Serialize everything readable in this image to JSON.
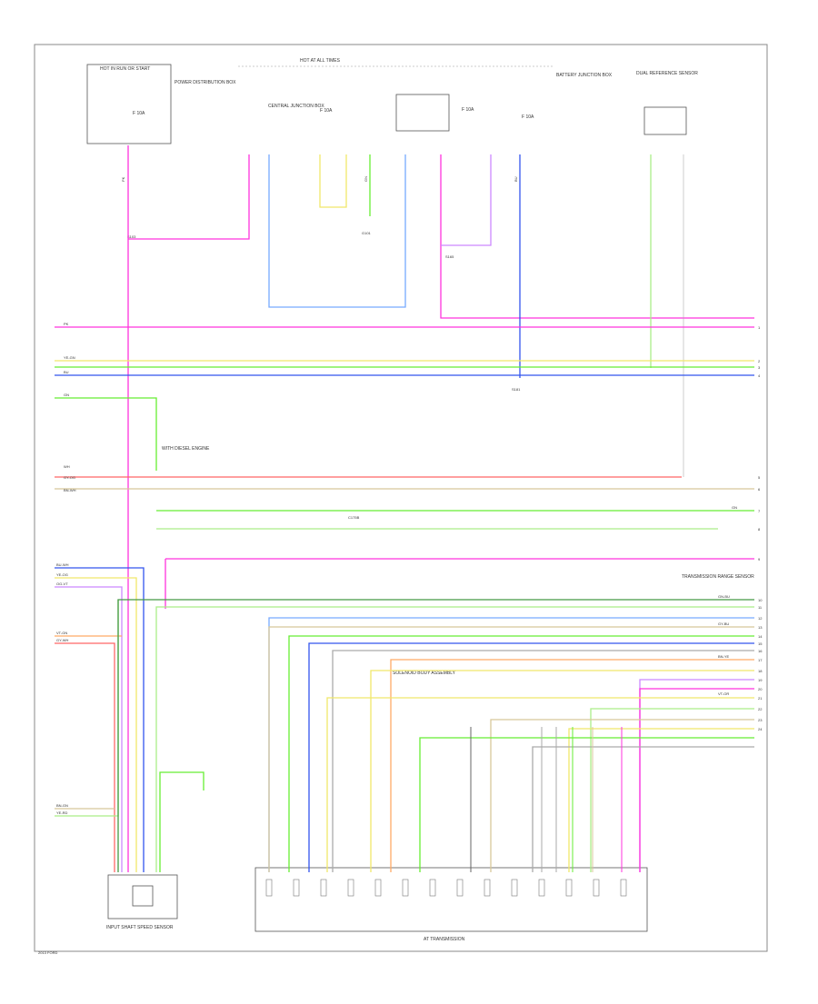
{
  "colors": {
    "pink": "#ff33dd",
    "yellow": "#f0e86a",
    "green": "#66ee33",
    "blue": "#3355ee",
    "lightblue": "#77aaff",
    "red": "#ff6666",
    "orange": "#ffaa66",
    "tan": "#d8c89a",
    "violet": "#cc88ff",
    "gray": "#aaaaaa",
    "darkgreen": "#449944",
    "lightgreen": "#aaee88"
  },
  "labels": {
    "hot_run_start": "HOT IN RUN OR START",
    "hot_all_times": "HOT AT ALL TIMES",
    "fuse_a": "F 10A",
    "fuse_b": "F 10A",
    "fuse_c": "F 10A",
    "fuse_d": "F 10A",
    "power_dist_box": "POWER DISTRIBUTION BOX",
    "central_junction": "CENTRAL JUNCTION BOX",
    "battery_junction": "BATTERY JUNCTION BOX",
    "dual_ref_sensor": "DUAL REFERENCE SENSOR",
    "trans_range_sensor": "TRANSMISSION RANGE SENSOR",
    "trans_caption": "AT TRANSMISSION",
    "input_shaft_caption": "INPUT SHAFT SPEED SENSOR",
    "connector_tag": "C175B",
    "ground_tag": "G101",
    "splice_a": "S165",
    "splice_b": "S181",
    "splice_c": "S103",
    "note_a": "WITH DIESEL ENGINE",
    "note_b": "SOLENOID BODY ASSEMBLY",
    "footer_id": "2013 FORD"
  },
  "wire_labels": {
    "pk": "PK",
    "ye_gn": "YE-GN",
    "gn_bu": "GN-BU",
    "bu": "BU",
    "gn": "GN",
    "wh": "WH",
    "gy_og": "GY-OG",
    "bn_wh": "BN-WH",
    "bu_wh": "BU-WH",
    "ye_og": "YE-OG",
    "og_vt": "OG-VT",
    "vt_gn": "VT-GN",
    "gy_wh": "GY-WH",
    "bn_gn": "BN-GN",
    "ye_rd": "YE-RD",
    "gy_bu": "GY-BU",
    "bn_ye": "BN-YE",
    "vt_or": "VT-OR"
  },
  "pin_numbers": [
    "1",
    "2",
    "3",
    "4",
    "5",
    "6",
    "7",
    "8",
    "9",
    "10",
    "11",
    "12",
    "13",
    "14",
    "15",
    "16",
    "17",
    "18",
    "19",
    "20",
    "21",
    "22",
    "23",
    "24"
  ]
}
